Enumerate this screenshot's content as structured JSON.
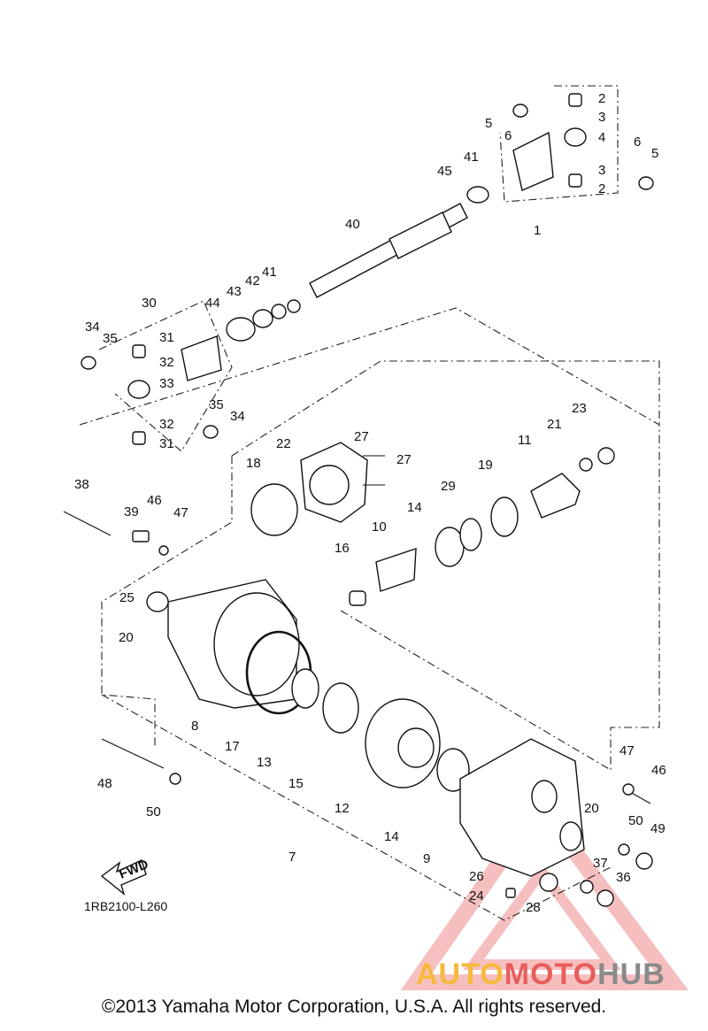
{
  "diagram": {
    "callouts": [
      "1",
      "2",
      "3",
      "4",
      "5",
      "6",
      "2",
      "3",
      "5",
      "6",
      "41",
      "45",
      "40",
      "41",
      "42",
      "43",
      "44",
      "30",
      "31",
      "32",
      "33",
      "34",
      "35",
      "31",
      "32",
      "35",
      "34",
      "22",
      "27",
      "27",
      "18",
      "38",
      "39",
      "46",
      "47",
      "29",
      "19",
      "21",
      "23",
      "11",
      "14",
      "10",
      "16",
      "25",
      "20",
      "8",
      "17",
      "13",
      "15",
      "12",
      "14",
      "9",
      "7",
      "20",
      "47",
      "46",
      "50",
      "49",
      "37",
      "36",
      "26",
      "24",
      "28",
      "48",
      "50"
    ],
    "part_code": "1RB2100-L260",
    "fwd_label": "FWD"
  },
  "watermark": {
    "text_parts": [
      "AUTO",
      "MOTO",
      "HUB"
    ],
    "colors": [
      "#f6b93b",
      "#e85d5d",
      "#8a8a8a"
    ],
    "triangle_color": "#e84a4a"
  },
  "footer": {
    "copyright": "©2013 Yamaha Motor Corporation, U.S.A. All rights reserved."
  }
}
